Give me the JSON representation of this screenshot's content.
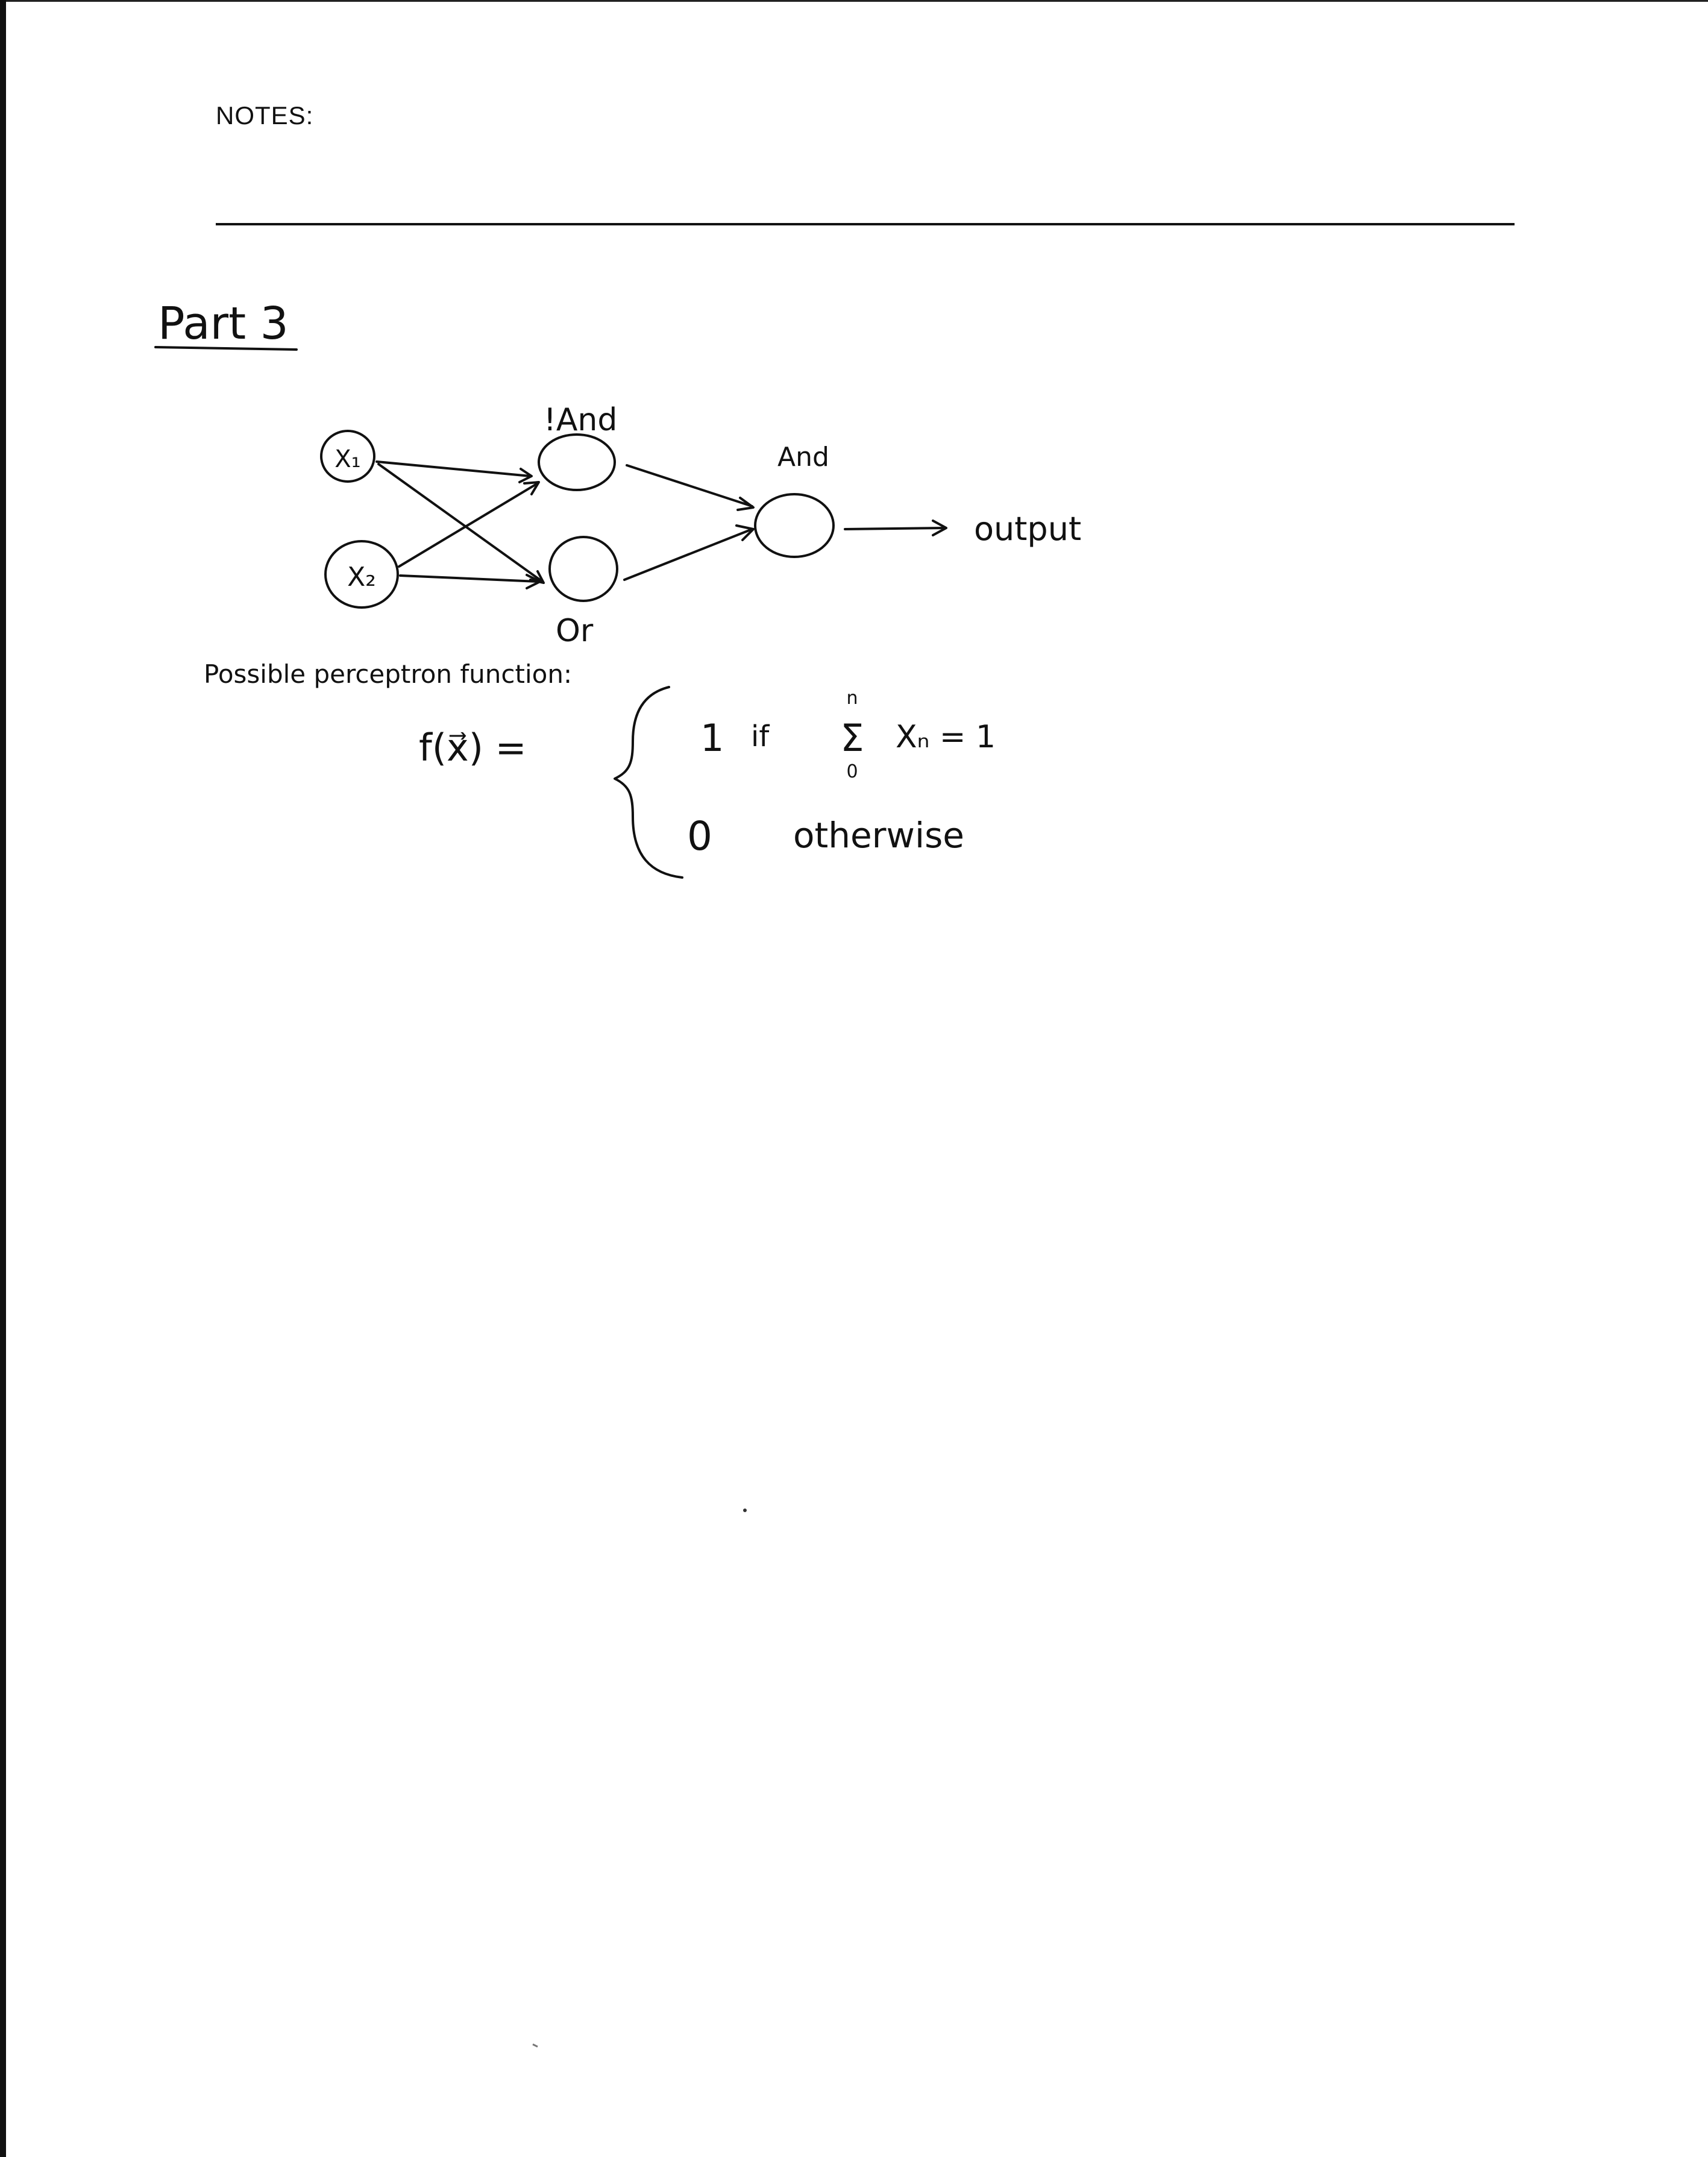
{
  "header": {
    "notes_label": "NOTES:"
  },
  "section": {
    "title": "Part 3"
  },
  "network": {
    "input_nodes": [
      "X₁",
      "X₂"
    ],
    "hidden_labels": [
      "!And",
      "Or"
    ],
    "output_node_label": "And",
    "output_label": "output"
  },
  "function": {
    "caption": "Possible perceptron function:",
    "lhs": "f(x⃗) =",
    "case1_value": "1",
    "case1_condition": "if",
    "sum_upper": "n",
    "sum_lower": "0",
    "sum_symbol": "Σ",
    "sum_term": "Xₙ = 1",
    "case2_value": "0",
    "case2_condition": "otherwise"
  }
}
